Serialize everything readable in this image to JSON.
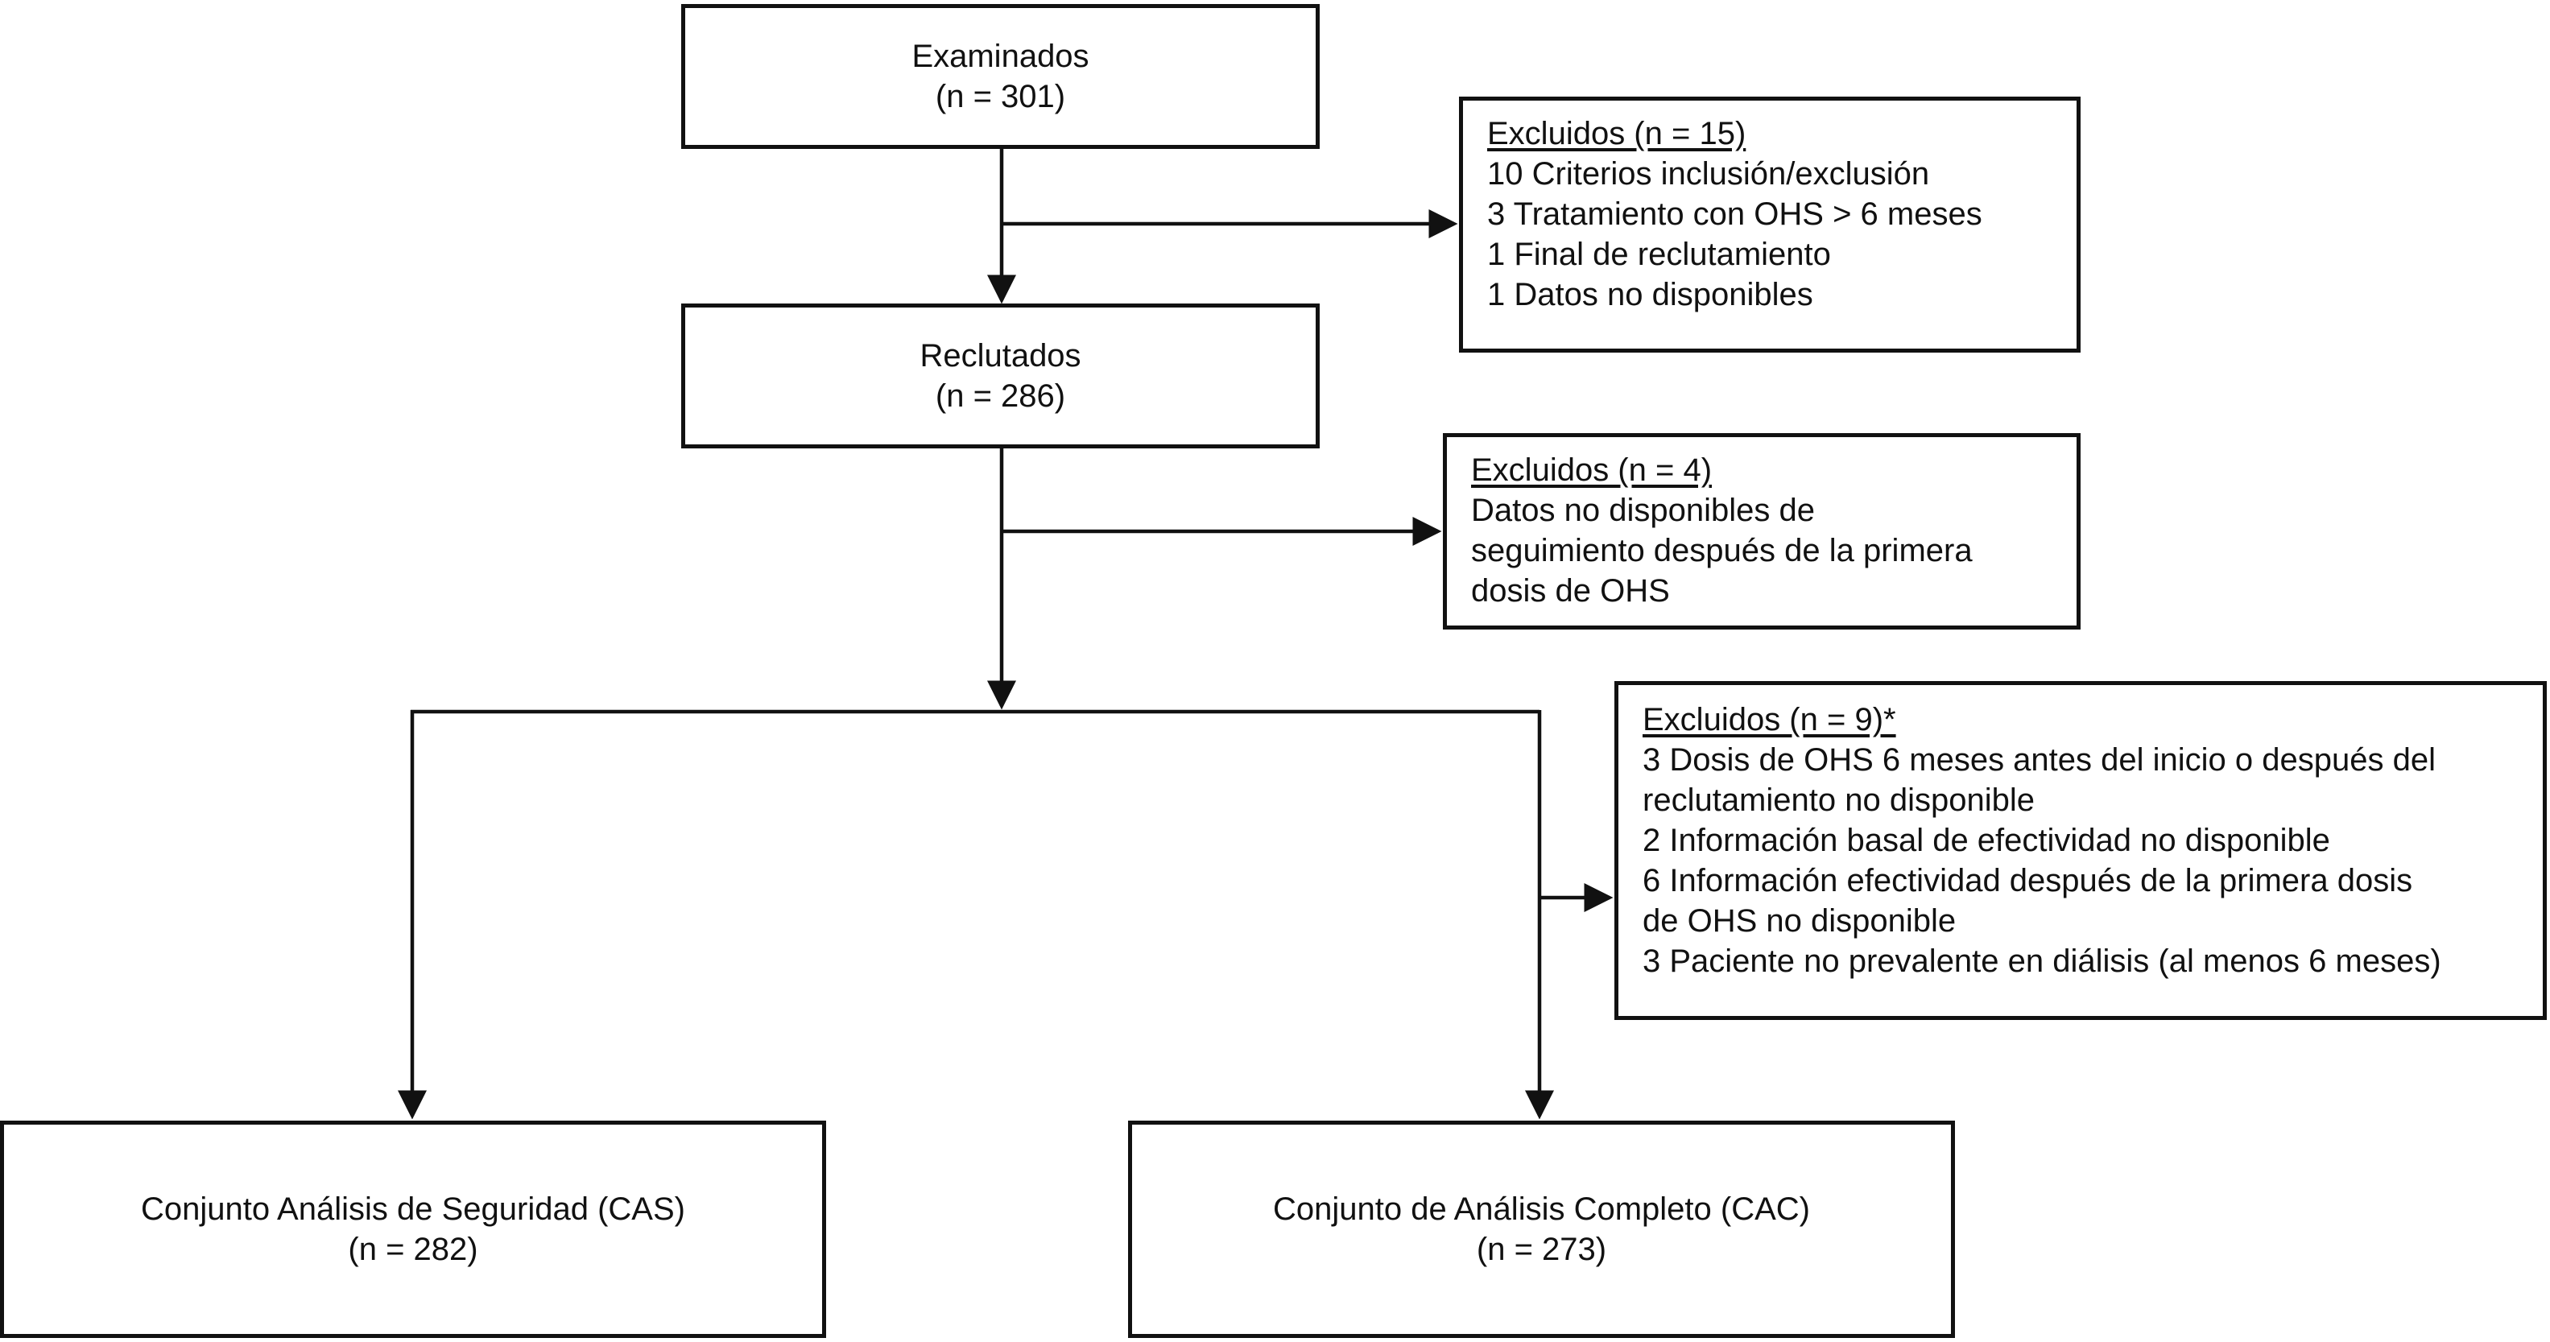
{
  "examined": {
    "label": "Examinados",
    "count": "(n = 301)"
  },
  "excluded_1": {
    "title": "Excluidos (n = 15)",
    "lines": [
      "10 Criterios inclusión/exclusión",
      "3 Tratamiento con OHS > 6 meses",
      "1 Final de reclutamiento",
      "1 Datos no disponibles"
    ]
  },
  "recruited": {
    "label": "Reclutados",
    "count": "(n = 286)"
  },
  "excluded_2": {
    "title": "Excluidos (n = 4)",
    "lines": [
      "Datos no disponibles de",
      "seguimiento después de la primera",
      "dosis de OHS"
    ]
  },
  "excluded_3": {
    "title": "Excluidos (n = 9)*",
    "lines": [
      "3 Dosis de OHS 6 meses antes del inicio o después del",
      "reclutamiento no disponible",
      "2 Información basal de efectividad no disponible",
      "6 Información efectividad después de la primera dosis",
      "de OHS no disponible",
      "3 Paciente no prevalente en diálisis (al menos 6 meses)"
    ]
  },
  "safety_set": {
    "label": "Conjunto Análisis de Seguridad (CAS)",
    "count": "(n = 282)"
  },
  "full_analysis_set": {
    "label": "Conjunto de Análisis Completo (CAC)",
    "count": "(n = 273)"
  },
  "colors": {
    "line": "#111111",
    "background": "#ffffff"
  }
}
